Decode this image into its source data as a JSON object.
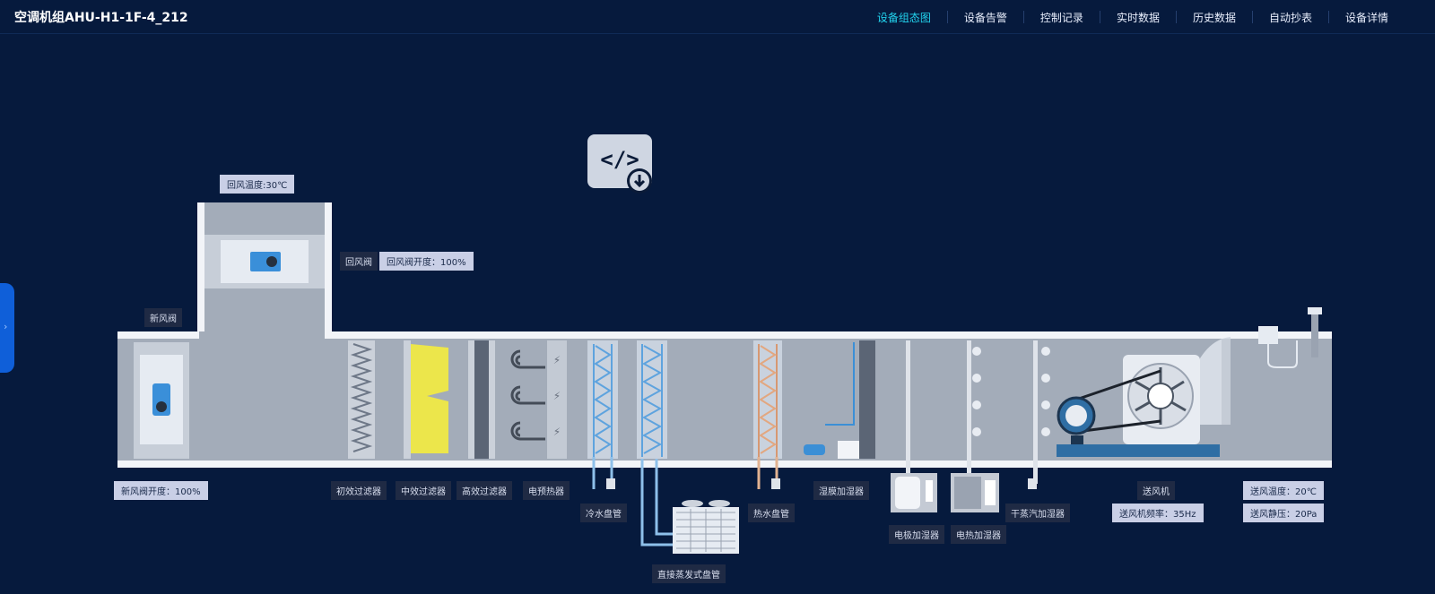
{
  "header": {
    "title": "空调机组AHU-H1-1F-4_212",
    "tabs": [
      {
        "label": "设备组态图",
        "active": true
      },
      {
        "label": "设备告警",
        "active": false
      },
      {
        "label": "控制记录",
        "active": false
      },
      {
        "label": "实时数据",
        "active": false
      },
      {
        "label": "历史数据",
        "active": false
      },
      {
        "label": "自动抄表",
        "active": false
      },
      {
        "label": "设备详情",
        "active": false
      }
    ]
  },
  "sidebar_toggle": "›",
  "diagram": {
    "return_air_temp": "回风温度:30℃",
    "return_damper": "回风阀",
    "return_damper_opening": "回风阀开度：100%",
    "fresh_damper": "新风阀",
    "fresh_damper_opening": "新风阀开度：100%",
    "primary_filter": "初效过滤器",
    "medium_filter": "中效过滤器",
    "hepa_filter": "高效过滤器",
    "electric_preheater": "电预热器",
    "cold_water_coil": "冷水盘管",
    "dx_coil": "直接蒸发式盘管",
    "hot_water_coil": "热水盘管",
    "wet_film_humidifier": "湿膜加湿器",
    "electrode_humidifier": "电极加湿器",
    "electric_heat_humidifier": "电热加湿器",
    "dry_steam_humidifier": "干蒸汽加湿器",
    "supply_fan": "送风机",
    "supply_fan_freq": "送风机频率：35Hz",
    "supply_air_temp": "送风温度：20℃",
    "supply_static_pressure": "送风静压：20Pa"
  }
}
